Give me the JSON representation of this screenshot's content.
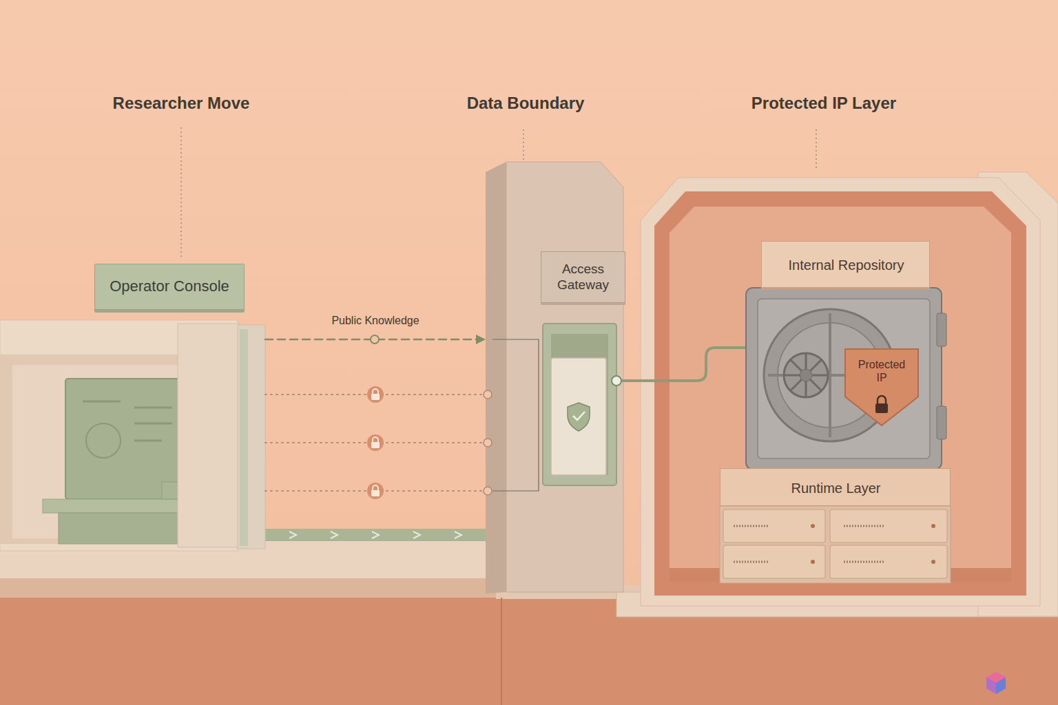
{
  "diagram": {
    "nodes": [
      {
        "text": [
          "Operator Console"
        ]
      },
      {
        "text": [
          "Access Gateway"
        ]
      },
      {
        "text": [
          "Internal Repository"
        ]
      },
      {
        "text": [
          "Protected IP"
        ]
      },
      {
        "text": [
          "Runtime Layer"
        ]
      }
    ],
    "edges": [
      {
        "from": 0,
        "to": 1,
        "arrow": "to",
        "label": "Public Knowledge"
      },
      {
        "from": 0,
        "to": 1,
        "arrow": "none"
      },
      {
        "from": 0,
        "to": 1,
        "arrow": "none"
      },
      {
        "from": 0,
        "to": 1,
        "arrow": "none"
      }
    ],
    "labels": [
      "Researcher Move",
      "Data Boundary",
      "Protected IP Layer"
    ]
  }
}
